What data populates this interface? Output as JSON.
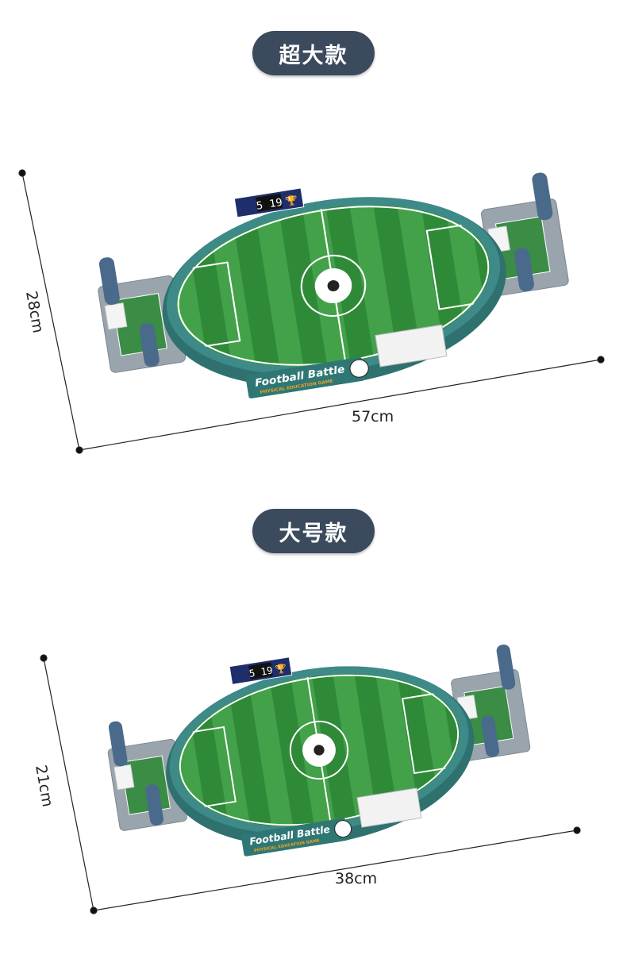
{
  "products": [
    {
      "badge": "超大款",
      "height_label": "28cm",
      "width_label": "57cm",
      "scoreboard": "5 19",
      "brand": "Football Battle",
      "subtitle": "PHYSICAL EDUCATION GAME"
    },
    {
      "badge": "大号款",
      "height_label": "21cm",
      "width_label": "38cm",
      "scoreboard": "5 19",
      "brand": "Football Battle",
      "subtitle": "PHYSICAL EDUCATION GAME"
    }
  ],
  "colors": {
    "badge": "#3b4a5d",
    "wall": "#3d8a88",
    "grass_dark": "#2f8a38",
    "grass_light": "#43a149",
    "unit_gray": "#9aa4ad",
    "tower_blue": "#4a6a8c"
  }
}
